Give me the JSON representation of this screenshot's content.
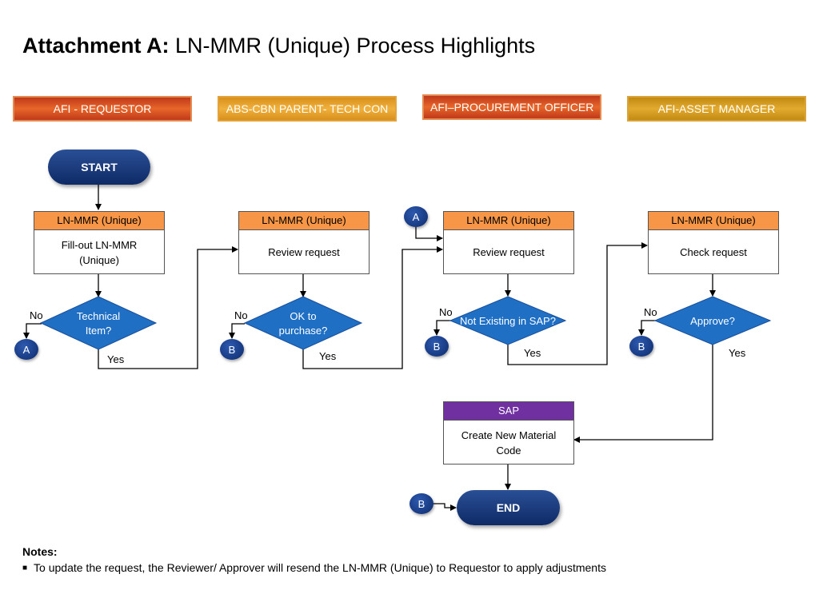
{
  "title": {
    "bold": "Attachment A:",
    "rest": " LN-MMR (Unique) Process Highlights"
  },
  "lanes": [
    {
      "label": "AFI - REQUESTOR",
      "color": "#d9531e"
    },
    {
      "label": "ABS-CBN PARENT- TECH CON",
      "color": "#e8a22a"
    },
    {
      "label": "AFI–PROCUREMENT OFFICER",
      "color": "#d9531e"
    },
    {
      "label": "AFI-ASSET MANAGER",
      "color": "#d9a020"
    }
  ],
  "start_label": "START",
  "end_label": "END",
  "processes": [
    {
      "header": "LN-MMR (Unique)",
      "body": "Fill-out LN-MMR (Unique)",
      "header_color": "#f79646"
    },
    {
      "header": "LN-MMR (Unique)",
      "body": "Review request",
      "header_color": "#f79646"
    },
    {
      "header": "LN-MMR (Unique)",
      "body": "Review request",
      "header_color": "#f79646"
    },
    {
      "header": "LN-MMR (Unique)",
      "body": "Check request",
      "header_color": "#f79646"
    },
    {
      "header": "SAP",
      "body": "Create New Material Code",
      "header_color": "#7030a0"
    }
  ],
  "decisions": [
    {
      "text": "Technical Item?",
      "no": "No",
      "yes": "Yes",
      "connector": "A"
    },
    {
      "text": "OK to purchase?",
      "no": "No",
      "yes": "Yes",
      "connector": "B"
    },
    {
      "text": "Not Existing in SAP?",
      "no": "No",
      "yes": "Yes",
      "connector": "B"
    },
    {
      "text": "Approve?",
      "no": "No",
      "yes": "Yes",
      "connector": "B"
    }
  ],
  "entry_connector": "A",
  "end_connector": "B",
  "notes": {
    "title": "Notes:",
    "items": [
      "To update the request, the Reviewer/ Approver will resend the LN-MMR (Unique) to Requestor to apply adjustments"
    ]
  },
  "colors": {
    "diamond": "#1f6fc5",
    "pill": "#16387a",
    "line": "#000000"
  }
}
